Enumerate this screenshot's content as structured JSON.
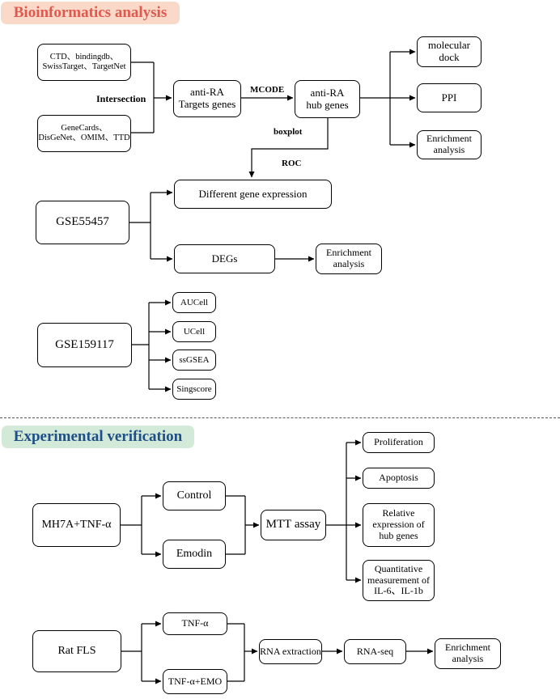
{
  "sections": {
    "bioinformatics": "Bioinformatics analysis",
    "experimental": "Experimental verification"
  },
  "bio": {
    "db1": "CTD、bindingdb、\nSwissTarget、TargetNet",
    "db2": "GeneCards、\nDisGeNet、OMIM、TTD",
    "intersection": "Intersection",
    "targets": "anti-RA\nTargets genes",
    "mcode": "MCODE",
    "hub": "anti-RA\nhub genes",
    "dock": "molecular\ndock",
    "ppi": "PPI",
    "enrich1": "Enrichment\nanalysis",
    "boxplot": "boxplot",
    "roc": "ROC",
    "gse55457": "GSE55457",
    "diffexp": "Different gene expression",
    "degs": "DEGs",
    "enrich2": "Enrichment\nanalysis",
    "gse159117": "GSE159117",
    "aucell": "AUCell",
    "ucell": "UCell",
    "ssgsea": "ssGSEA",
    "singscore": "Singscore"
  },
  "exp": {
    "mh7a": "MH7A+TNF-α",
    "control": "Control",
    "emodin": "Emodin",
    "mtt": "MTT assay",
    "proliferation": "Proliferation",
    "apoptosis": "Apoptosis",
    "relative": "Relative\nexpression of\nhub genes",
    "quant": "Quantitative\nmeasurement of\nIL-6、IL-1b",
    "ratfls": "Rat FLS",
    "tnf": "TNF-α",
    "tnfemo": "TNF-α+EMO",
    "rna_ext": "RNA extraction",
    "rnaseq": "RNA-seq",
    "enrich3": "Enrichment\nanalysis"
  }
}
